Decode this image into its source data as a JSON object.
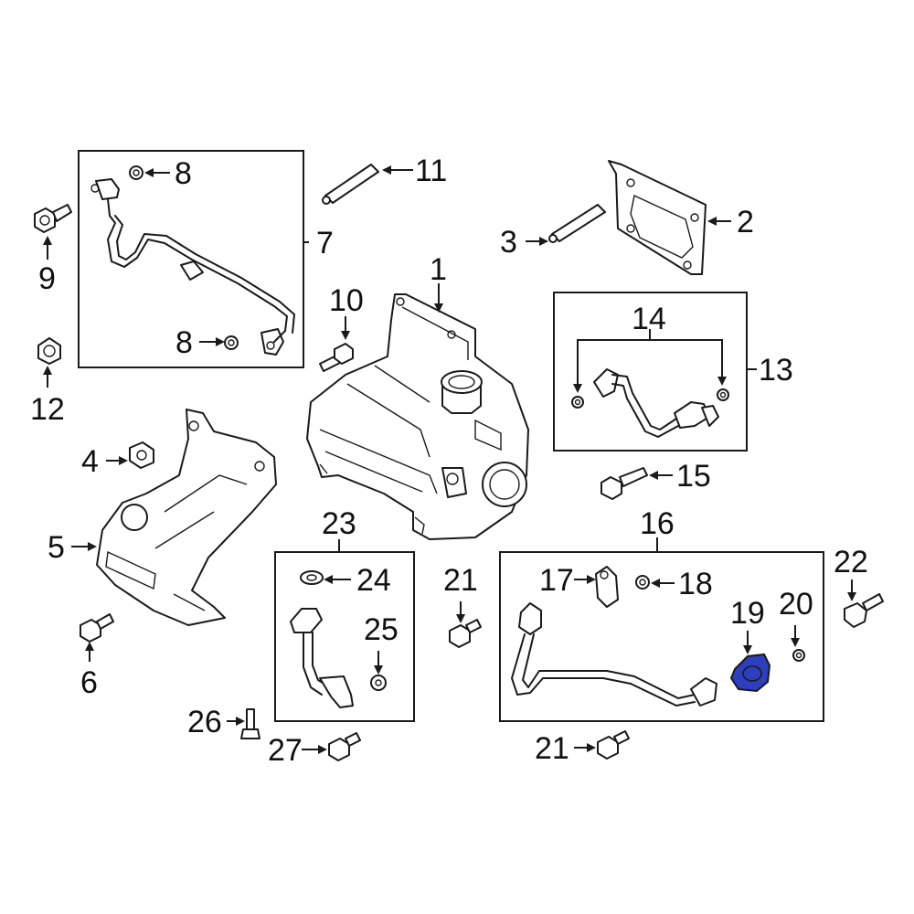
{
  "callouts": {
    "c1": "1",
    "c2": "2",
    "c3": "3",
    "c4": "4",
    "c5": "5",
    "c6": "6",
    "c7": "7",
    "c8a": "8",
    "c8b": "8",
    "c9": "9",
    "c10": "10",
    "c11": "11",
    "c12": "12",
    "c13": "13",
    "c14": "14",
    "c15": "15",
    "c16": "16",
    "c17": "17",
    "c18": "18",
    "c19": "19",
    "c20": "20",
    "c21a": "21",
    "c21b": "21",
    "c22": "22",
    "c23": "23",
    "c24": "24",
    "c25": "25",
    "c26": "26",
    "c27": "27"
  },
  "colors": {
    "highlight_fill": "#2b3fbf",
    "line": "#1a1a1a",
    "background": "#ffffff"
  },
  "highlighted_part": "19"
}
